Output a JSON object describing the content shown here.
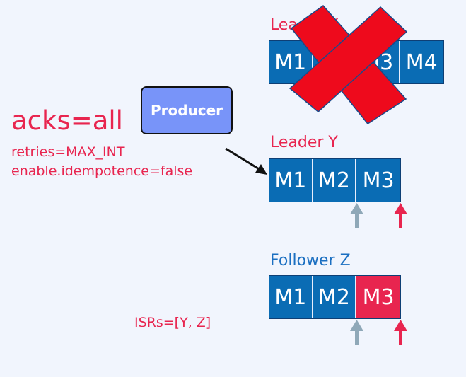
{
  "config": {
    "acks": "acks=all",
    "retries": "retries=MAX_INT",
    "idempotence": "enable.idempotence=false",
    "isrs": "ISRs=[Y, Z]"
  },
  "producer": {
    "label": "Producer"
  },
  "brokers": {
    "leader_x": {
      "label": "Leader X",
      "messages": [
        "M1",
        "M2",
        "M3",
        "M4"
      ]
    },
    "leader_y": {
      "label": "Leader Y",
      "messages": [
        "M1",
        "M2",
        "M3"
      ]
    },
    "follower_z": {
      "label": "Follower Z",
      "messages": [
        "M1",
        "M2",
        "M3"
      ],
      "highlighted": "M3"
    }
  },
  "colors": {
    "accent_red": "#e8254f",
    "message_blue": "#0a6cb4",
    "producer_fill": "#7894f9",
    "offset_gray": "#8fa8b8",
    "background": "#f1f5fd"
  },
  "icons": [
    "failed-cross-icon",
    "arrow-icon"
  ]
}
